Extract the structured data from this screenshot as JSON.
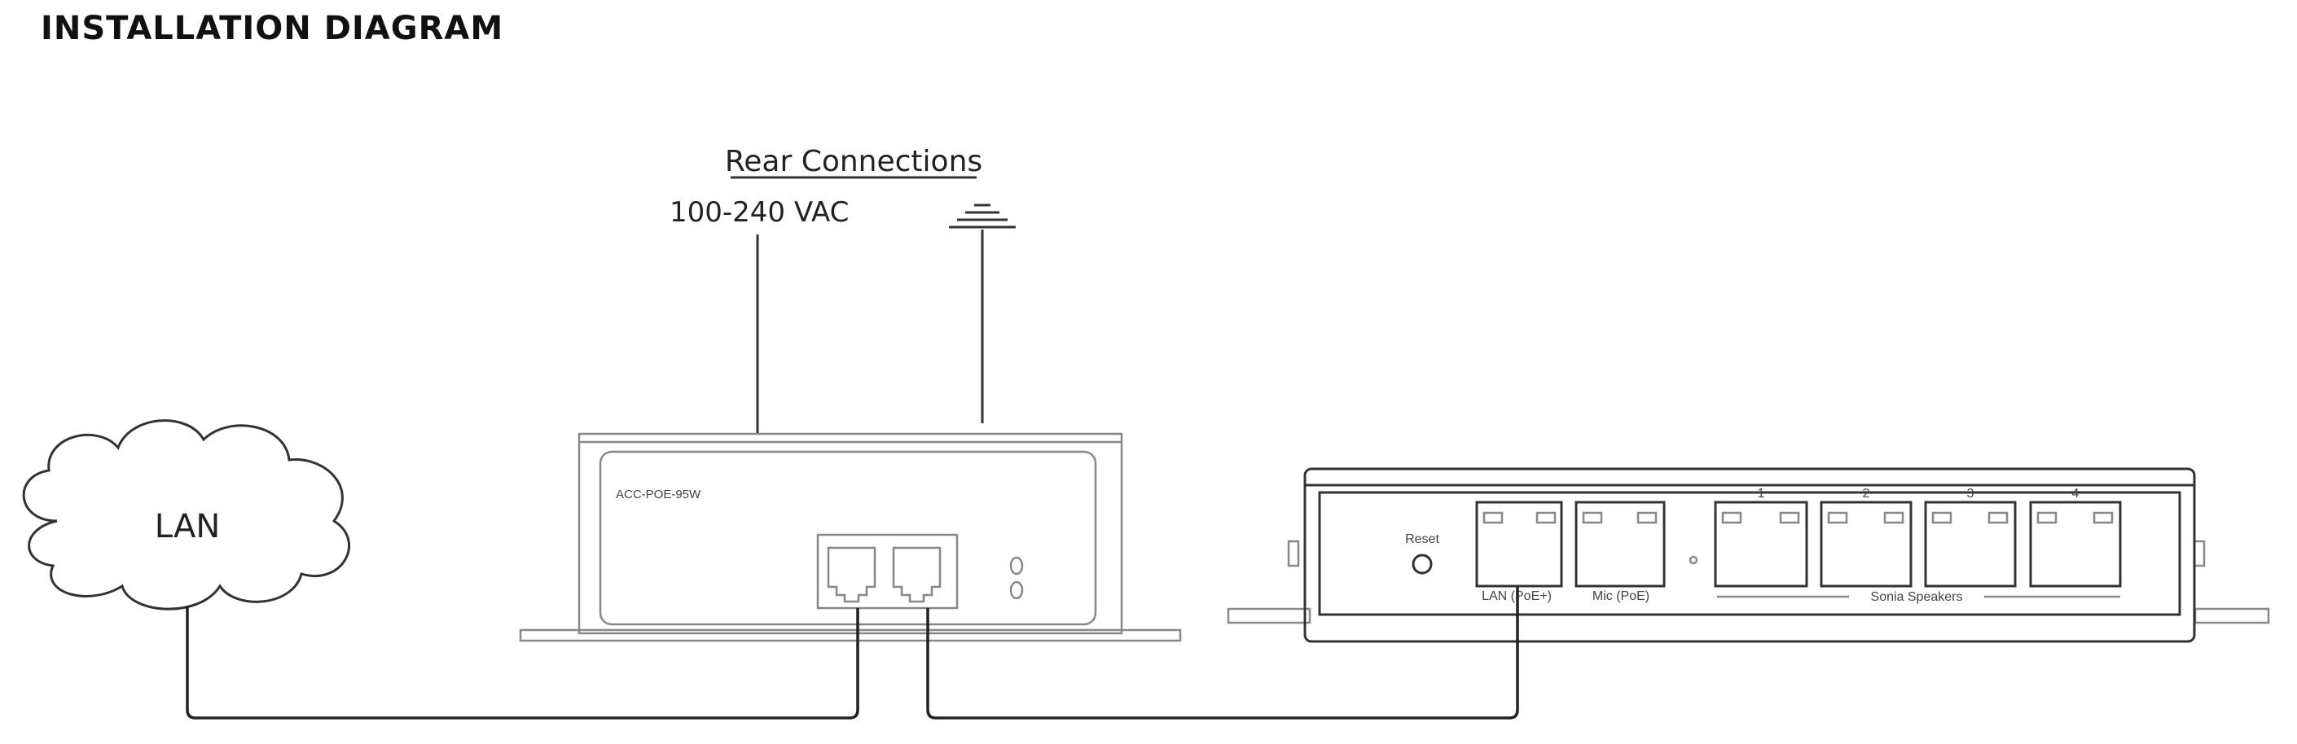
{
  "title": "INSTALLATION DIAGRAM",
  "rear_connections": {
    "heading": "Rear Connections",
    "power_label": "100-240 VAC",
    "ground_icon": "ground-symbol-icon"
  },
  "cloud": {
    "label": "LAN"
  },
  "poe_injector": {
    "model": "ACC-POE-95W"
  },
  "hub": {
    "reset_label": "Reset",
    "lan_port_label": "LAN (PoE+)",
    "mic_port_label": "Mic (PoE)",
    "speaker_group_label": "Sonia Speakers",
    "speaker_ports": [
      "1",
      "2",
      "3",
      "4"
    ]
  }
}
